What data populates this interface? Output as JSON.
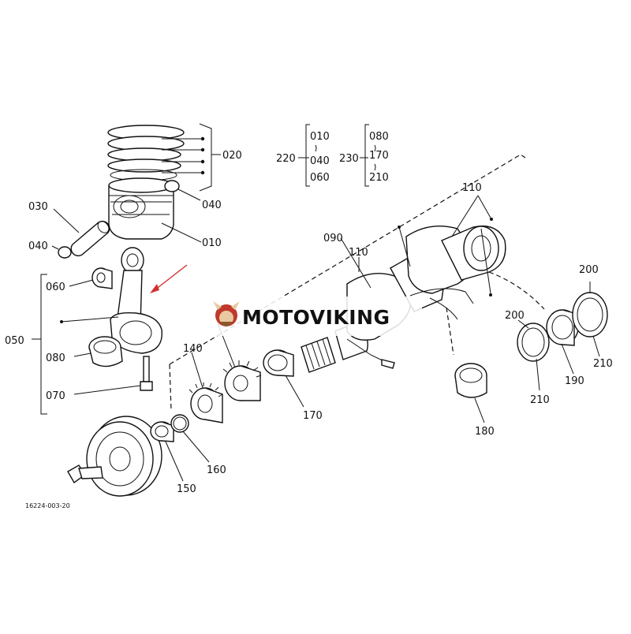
{
  "watermark": {
    "brand": "MOTOVIKING"
  },
  "diagram_code": "16224-003-20",
  "labels": {
    "l020": "020",
    "l030": "030",
    "l040a": "040",
    "l040b": "040",
    "l010": "010",
    "l060": "060",
    "l050": "050",
    "l080": "080",
    "l070": "070",
    "l090": "090",
    "l110a": "110",
    "l110b": "110",
    "l140": "140",
    "l150": "150",
    "l160": "160",
    "l170": "170",
    "l180": "180",
    "l190": "190",
    "l200a": "200",
    "l200b": "200",
    "l210a": "210",
    "l210b": "210"
  },
  "groups": {
    "g220": {
      "label": "220",
      "items": [
        "010",
        "040",
        "060"
      ]
    },
    "g230": {
      "label": "230",
      "items": [
        "080",
        "170",
        "210"
      ]
    }
  },
  "colors": {
    "arrow": "#d03030",
    "ink": "#111111"
  }
}
